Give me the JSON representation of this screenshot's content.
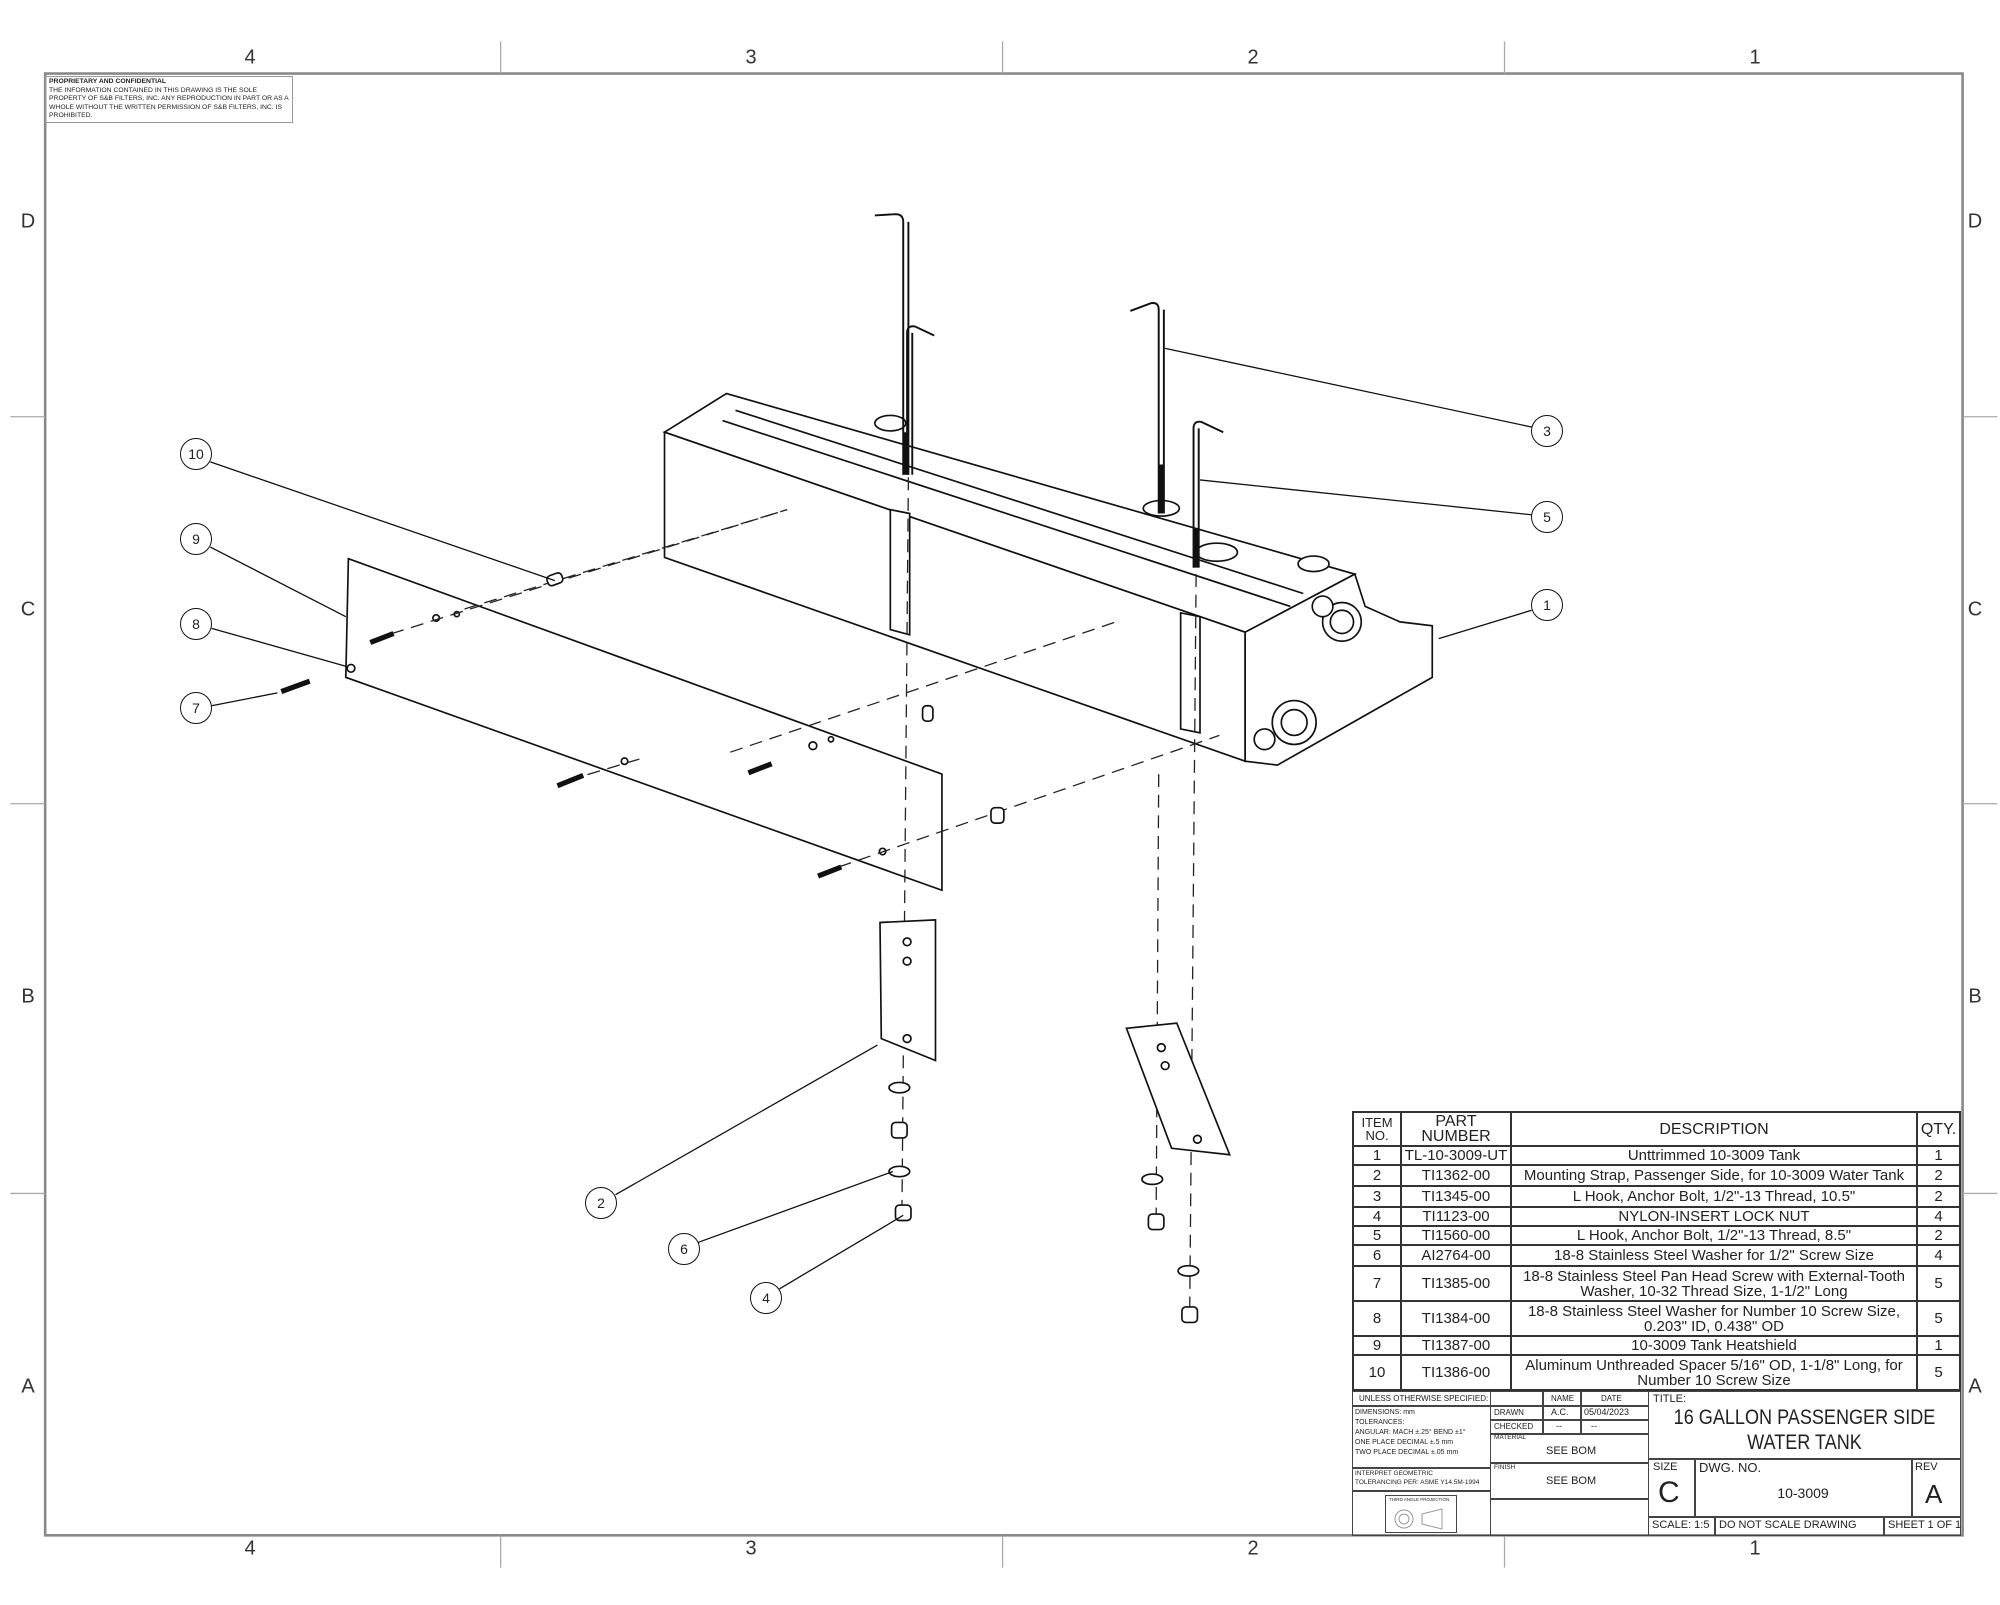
{
  "zones": {
    "columns": [
      "4",
      "3",
      "2",
      "1"
    ],
    "rows": [
      "D",
      "C",
      "B",
      "A"
    ]
  },
  "notice": {
    "heading": "PROPRIETARY AND CONFIDENTIAL",
    "body": "THE INFORMATION CONTAINED IN THIS DRAWING IS THE SOLE PROPERTY OF S&B FILTERS, INC.  ANY REPRODUCTION IN PART OR AS A WHOLE WITHOUT THE WRITTEN PERMISSION OF S&B FILTERS, INC. IS PROHIBITED."
  },
  "balloons": [
    "10",
    "9",
    "8",
    "7",
    "3",
    "5",
    "1",
    "2",
    "6",
    "4"
  ],
  "bom": {
    "headers": {
      "item": "ITEM NO.",
      "part": "PART NUMBER",
      "desc": "DESCRIPTION",
      "qty": "QTY."
    },
    "rows": [
      {
        "item": "1",
        "part": "TL-10-3009-UT",
        "desc": "Unttrimmed 10-3009 Tank",
        "qty": "1"
      },
      {
        "item": "2",
        "part": "TI1362-00",
        "desc": "Mounting Strap, Passenger Side, for 10-3009 Water Tank",
        "qty": "2"
      },
      {
        "item": "3",
        "part": "TI1345-00",
        "desc": "L Hook, Anchor Bolt, 1/2\"-13 Thread, 10.5\"",
        "qty": "2"
      },
      {
        "item": "4",
        "part": "TI1123-00",
        "desc": "NYLON-INSERT LOCK NUT",
        "qty": "4"
      },
      {
        "item": "5",
        "part": "TI1560-00",
        "desc": "L Hook, Anchor Bolt, 1/2\"-13 Thread, 8.5\"",
        "qty": "2"
      },
      {
        "item": "6",
        "part": "AI2764-00",
        "desc": "18-8 Stainless Steel Washer for 1/2\" Screw Size",
        "qty": "4"
      },
      {
        "item": "7",
        "part": "TI1385-00",
        "desc": "18-8 Stainless Steel Pan Head Screw with External-Tooth Washer, 10-32 Thread Size, 1-1/2\" Long",
        "qty": "5"
      },
      {
        "item": "8",
        "part": "TI1384-00",
        "desc": "18-8 Stainless Steel Washer for Number 10 Screw Size, 0.203\" ID, 0.438\" OD",
        "qty": "5"
      },
      {
        "item": "9",
        "part": "TI1387-00",
        "desc": "10-3009 Tank Heatshield",
        "qty": "1"
      },
      {
        "item": "10",
        "part": "TI1386-00",
        "desc": "Aluminum Unthreaded Spacer 5/16\" OD, 1-1/8\" Long, for Number 10 Screw Size",
        "qty": "5"
      }
    ]
  },
  "title_block": {
    "unless": "UNLESS OTHERWISE SPECIFIED:",
    "dimensions": "DIMENSIONS: mm",
    "tolerances": "TOLERANCES:",
    "angular": "ANGULAR: MACH ±.25°  BEND ±1°",
    "one_place": "ONE PLACE DECIMAL ±.5 mm",
    "two_place": "TWO PLACE DECIMAL ±.05 mm",
    "interpret": "INTERPRET GEOMETRIC",
    "tolerancing": "TOLERANCING PER: ASME Y14.5M-1994",
    "projection": "THIRD ANGLE PROJECTION",
    "name_label": "NAME",
    "date_label": "DATE",
    "drawn_label": "DRAWN",
    "drawn_name": "A.C.",
    "drawn_date": "05/04/2023",
    "checked_label": "CHECKED",
    "checked_name": "--",
    "checked_date": "--",
    "material_label": "MATERIAL",
    "material": "SEE BOM",
    "finish_label": "FINISH",
    "finish": "SEE BOM",
    "title_label": "TITLE:",
    "title_line1": "16 GALLON PASSENGER SIDE",
    "title_line2": "WATER TANK",
    "size_label": "SIZE",
    "size": "C",
    "dwg_label": "DWG.  NO.",
    "dwg_no": "10-3009",
    "rev_label": "REV",
    "rev": "A",
    "scale": "SCALE: 1:5",
    "do_not_scale": "DO NOT SCALE DRAWING",
    "sheet": "SHEET 1 OF 1"
  }
}
